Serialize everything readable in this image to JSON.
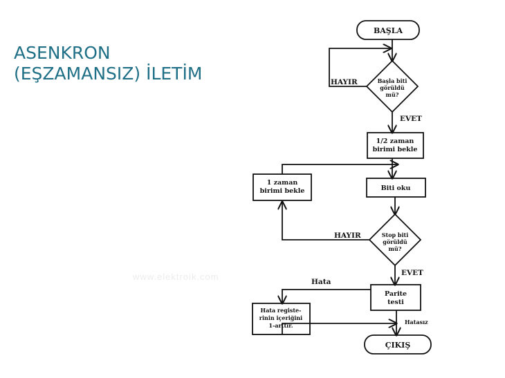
{
  "title": {
    "line1": "ASENKRON",
    "line2": "(EŞZAMANSIZ) İLETİM"
  },
  "watermark": "www.elektroik.com",
  "flowchart": {
    "start": "BAŞLA",
    "decision1": [
      "Başla biti",
      "görüldü",
      "mü?"
    ],
    "no1": "HAYIR",
    "yes1": "EVET",
    "wait_half": [
      "1/2 zaman",
      "birimi bekle"
    ],
    "read_bit": "Biti oku",
    "wait_one": [
      "1 zaman",
      "birimi bekle"
    ],
    "decision2": [
      "Stop biti",
      "görüldü",
      "mü?"
    ],
    "no2": "HAYIR",
    "yes2": "EVET",
    "parity": [
      "Parite",
      "testi"
    ],
    "error": "Hata",
    "error_reg": [
      "Hata registe-",
      "rinin içeriğini",
      "1-arttır."
    ],
    "no_error": "Hatasız",
    "end": "ÇIKIŞ"
  }
}
